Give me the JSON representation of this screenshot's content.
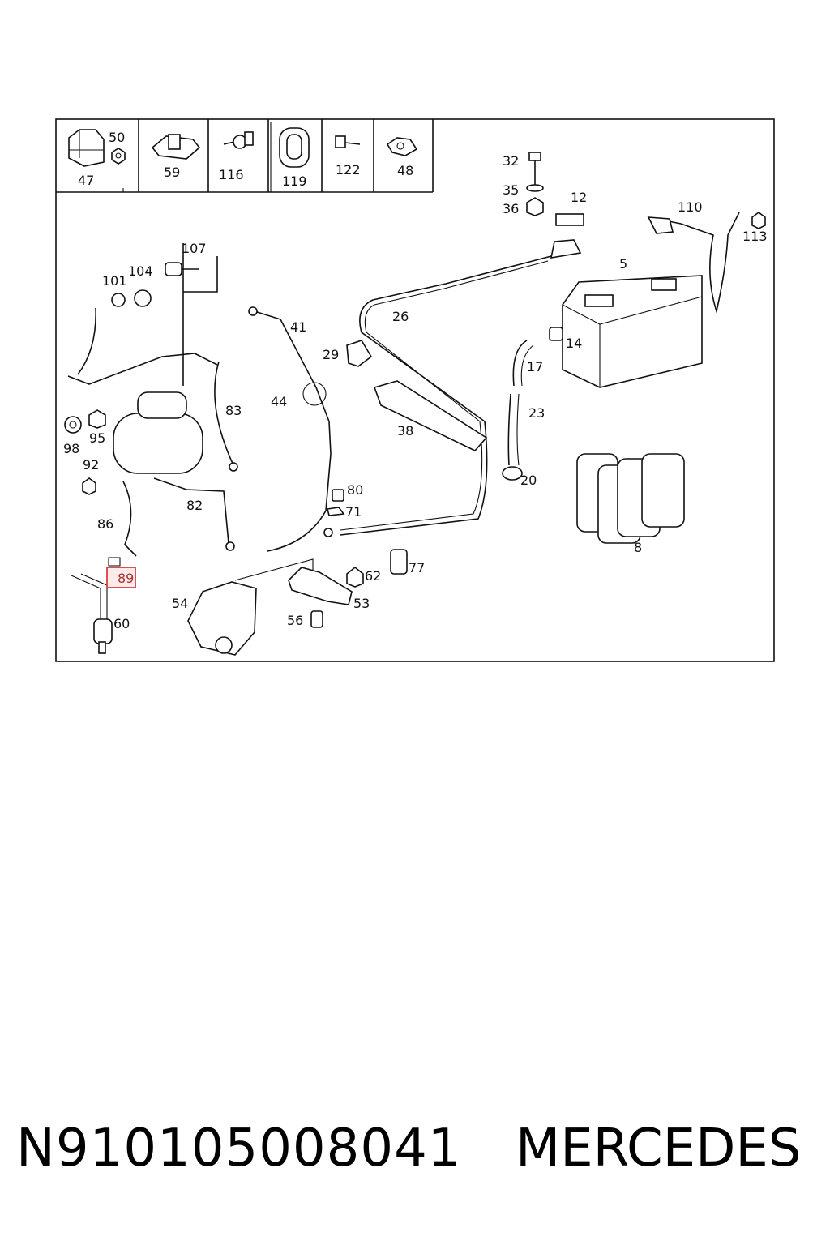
{
  "labels": {
    "l50": "50",
    "l47": "47",
    "l59": "59",
    "l116": "116",
    "l119": "119",
    "l122": "122",
    "l48": "48",
    "l32": "32",
    "l35": "35",
    "l36": "36",
    "l12": "12",
    "l110": "110",
    "l113": "113",
    "l5": "5",
    "l107": "107",
    "l101": "101",
    "l104": "104",
    "l41": "41",
    "l26": "26",
    "l29": "29",
    "l14": "14",
    "l17": "17",
    "l23": "23",
    "l44": "44",
    "l83": "83",
    "l38": "38",
    "l98": "98",
    "l95": "95",
    "l92": "92",
    "l20": "20",
    "l82": "82",
    "l80": "80",
    "l71": "71",
    "l86": "86",
    "l8": "8",
    "l89": "89",
    "l62": "62",
    "l77": "77",
    "l54": "54",
    "l53": "53",
    "l60": "60",
    "l56": "56"
  },
  "footer": {
    "part_number": "N910105008041",
    "brand": "MERCEDES"
  },
  "colors": {
    "highlight": "#d94040",
    "highlight_fill": "#fdeaea"
  }
}
